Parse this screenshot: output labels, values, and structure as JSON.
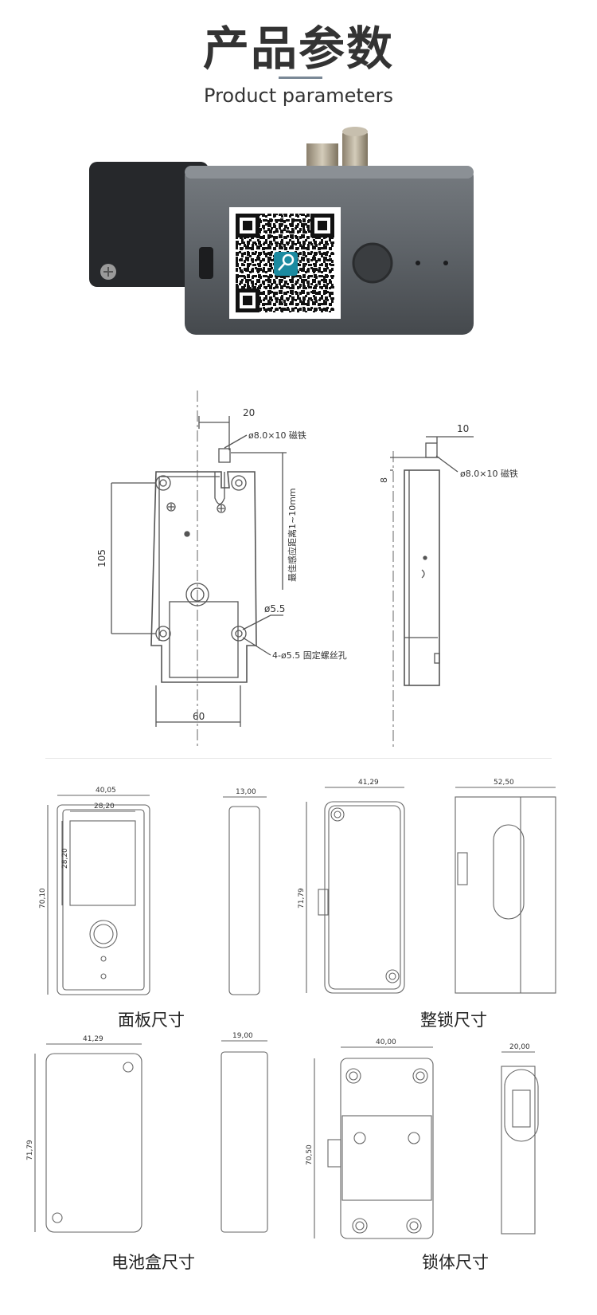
{
  "header": {
    "title": "产品参数",
    "subtitle": "Product parameters"
  },
  "top_drawing": {
    "dim_20": "20",
    "magnet_left": "ø8.0×10 磁铁",
    "dim_10": "10",
    "magnet_right": "ø8.0×10 磁铁",
    "dim_8": "8",
    "dim_105": "105",
    "sensing_range": "最佳感应距离1~10mm",
    "hole_diameter": "ø5.5",
    "mount_holes": "4-ø5.5 固定螺丝孔",
    "dim_60": "60"
  },
  "detail_drawings": {
    "panel": {
      "width": "40,05",
      "window_w": "28,20",
      "window_h": "28,20",
      "height": "70,10",
      "depth": "13,00"
    },
    "lock": {
      "width": "41,29",
      "height": "71,79",
      "depth": "52,50"
    },
    "battery": {
      "width": "41,29",
      "height": "71,79",
      "depth": "19,00"
    },
    "body": {
      "width": "40,00",
      "height": "70,50",
      "depth": "20,00"
    }
  },
  "captions": {
    "panel": "面板尺寸",
    "lock": "整锁尺寸",
    "battery": "电池盒尺寸",
    "body": "锁体尺寸"
  },
  "colors": {
    "lock_body": "#5e6368",
    "panel_dark": "#2a2c2f",
    "qr_icon": "#1b8aa0",
    "line": "#555555"
  }
}
